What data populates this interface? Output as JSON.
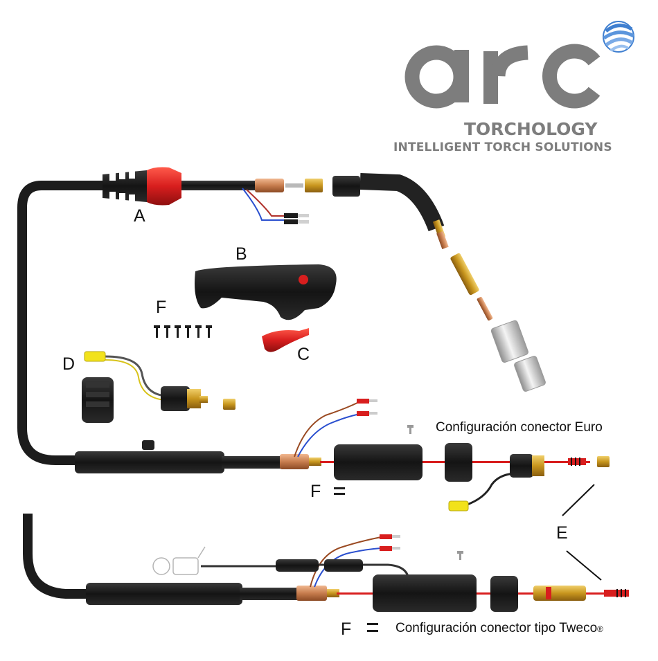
{
  "logo": {
    "brand": "arc",
    "line1": "TORCHOLOGY",
    "line2": "INTELLIGENT TORCH SOLUTIONS",
    "grey": "#7d7d7d",
    "accent": "#3f7fd0"
  },
  "labels": {
    "a": "A",
    "b": "B",
    "c": "C",
    "d": "D",
    "e": "E",
    "f_top": "F",
    "f_mid": "F",
    "f_bottom": "F"
  },
  "captions": {
    "euro": "Configuración conector Euro",
    "tweco": "Configuración conector tipo Tweco",
    "tweco_mark": "®"
  },
  "colors": {
    "cable": "#1c1c1c",
    "red": "#d81e1e",
    "brass": "#c8961e",
    "copper": "#c77d4e",
    "yellow": "#f2e21b",
    "wire_blue": "#2a4fcf",
    "wire_brown": "#9a4a22"
  }
}
